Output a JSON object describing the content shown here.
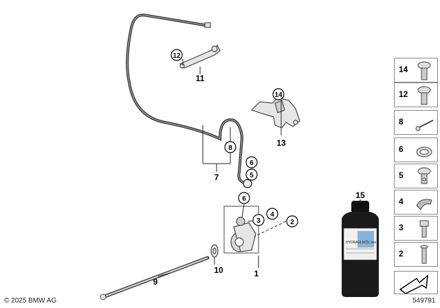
{
  "callouts": {
    "c1": "1",
    "c2": "2",
    "c3": "3",
    "c4": "4",
    "c5": "5",
    "c6a": "6",
    "c6b": "6",
    "c7": "7",
    "c8": "8",
    "c9": "9",
    "c10": "10",
    "c11": "11",
    "c12": "12",
    "c13": "13",
    "c14": "14",
    "c15": "15"
  },
  "bottle_label": "HYDRAULIKÖL line",
  "sidebar": {
    "items": [
      {
        "num": "14",
        "icon": "bolt-icon"
      },
      {
        "num": "12",
        "icon": "bolt-icon"
      },
      {
        "num": "8",
        "icon": "cable-tie-icon"
      },
      {
        "num": "6",
        "icon": "seal-ring-icon"
      },
      {
        "num": "5",
        "icon": "banjo-bolt-icon"
      },
      {
        "num": "4",
        "icon": "clip-icon"
      },
      {
        "num": "3",
        "icon": "bleeder-valve-icon"
      },
      {
        "num": "2",
        "icon": "pin-icon"
      }
    ]
  },
  "footer": {
    "copyright": "© 2025 BMW AG",
    "diagram_id": "549791"
  },
  "colors": {
    "line": "#222222",
    "part_fill": "#e6e6e6",
    "part_stroke": "#444444"
  }
}
